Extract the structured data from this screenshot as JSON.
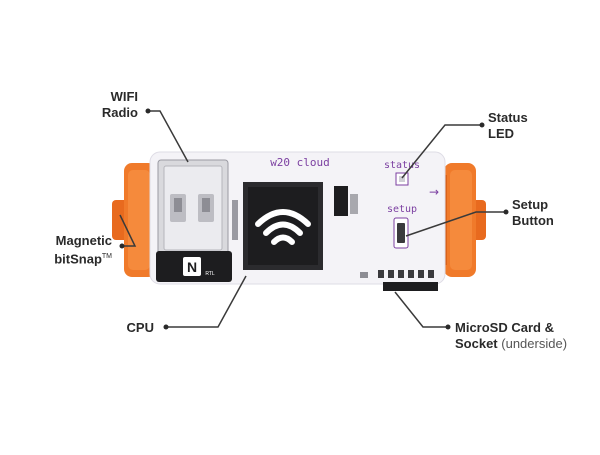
{
  "board": {
    "name": "w20 cloud",
    "status_text": "status",
    "setup_text": "setup",
    "usb_badge": "N",
    "usb_badge_sub": "RTL"
  },
  "callouts": {
    "wifi": {
      "line1": "WIFI",
      "line2": "Radio"
    },
    "magnetic": {
      "line1": "Magnetic",
      "line2": "bitSnap",
      "tm": "TM"
    },
    "cpu": {
      "line1": "CPU"
    },
    "status_led": {
      "line1": "Status",
      "line2": "LED"
    },
    "setup_button": {
      "line1": "Setup",
      "line2": "Button"
    },
    "microsd": {
      "line1": "MicroSD Card &",
      "line2": "Socket",
      "note": "(underside)"
    }
  },
  "colors": {
    "board": "#f4f3f7",
    "connector_orange": "#f07a2a",
    "chip": "#1d1d1f",
    "silkscreen_purple": "#7b3fa1",
    "leader_line": "#3a3a3a"
  }
}
